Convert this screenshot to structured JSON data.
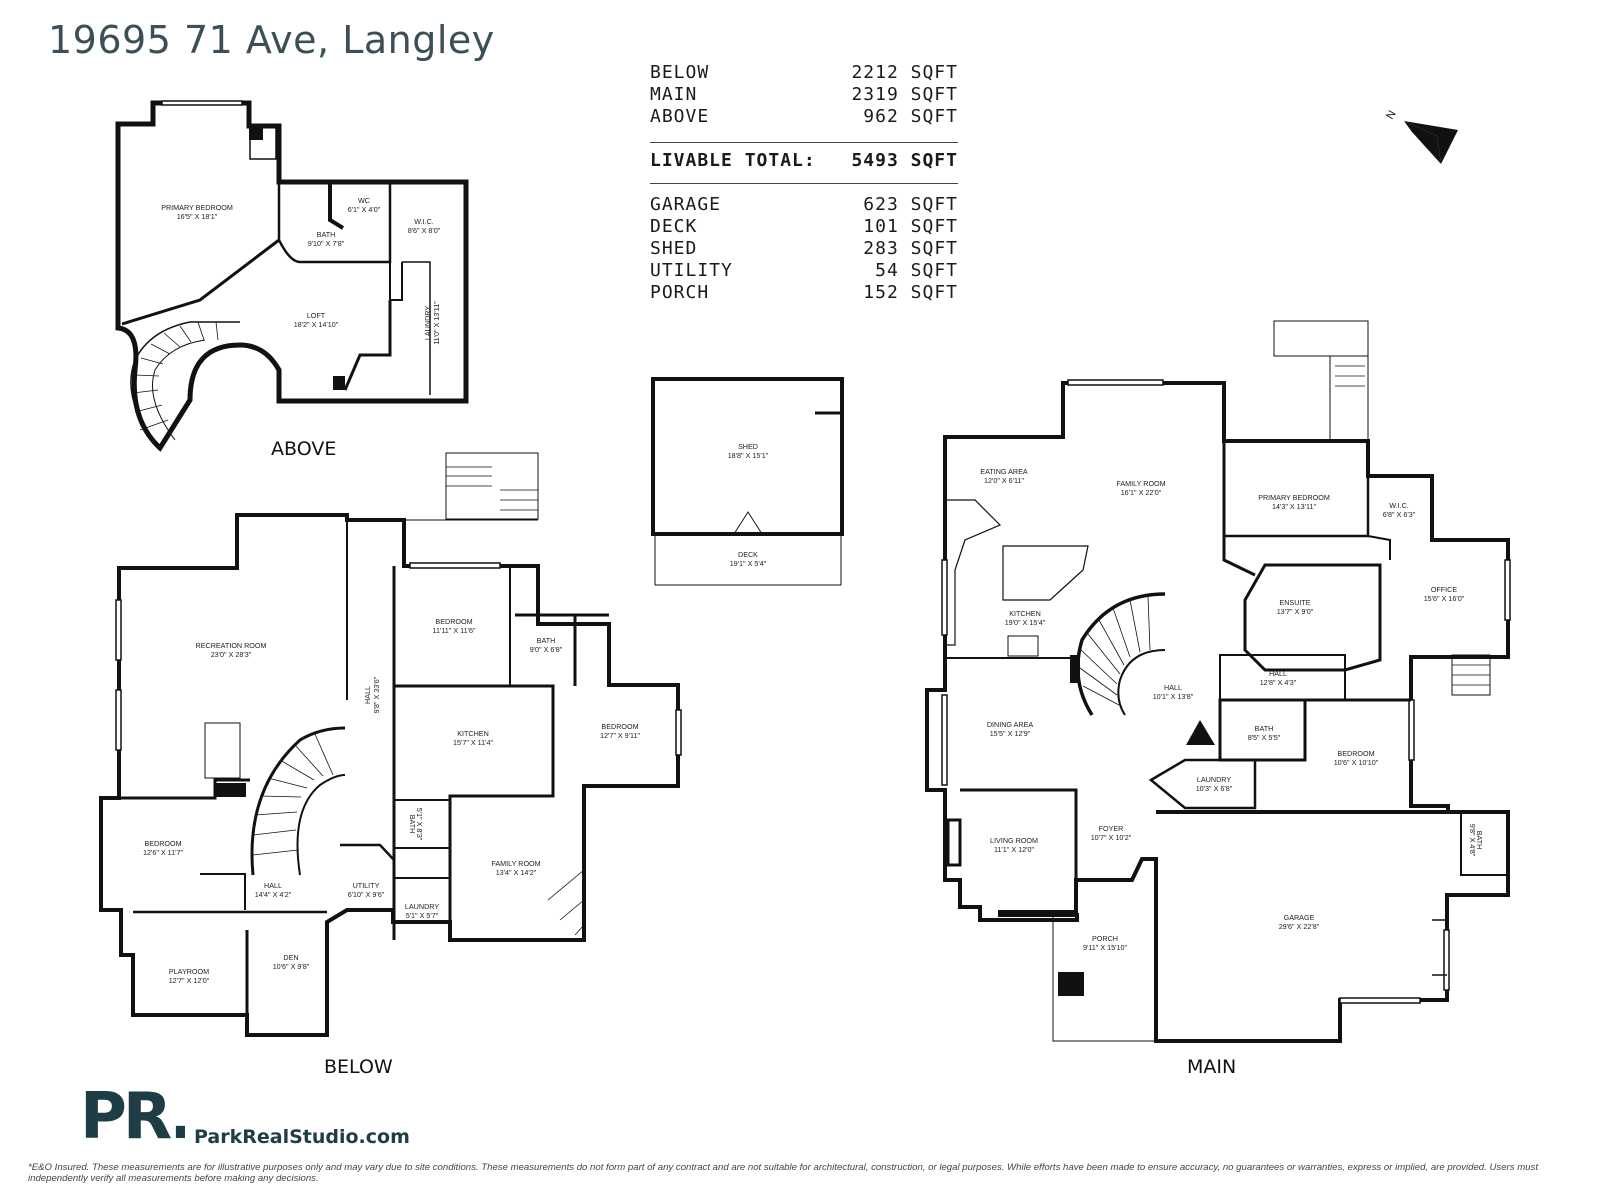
{
  "address": "19695 71 Ave, Langley",
  "areas": [
    {
      "label": "BELOW",
      "value": "2212 SQFT"
    },
    {
      "label": "MAIN",
      "value": "2319 SQFT"
    },
    {
      "label": "ABOVE",
      "value": "962 SQFT"
    }
  ],
  "livable_total": {
    "label": "LIVABLE TOTAL:",
    "value": "5493 SQFT"
  },
  "other_areas": [
    {
      "label": "GARAGE",
      "value": "623 SQFT"
    },
    {
      "label": "DECK",
      "value": "101 SQFT"
    },
    {
      "label": "SHED",
      "value": "283 SQFT"
    },
    {
      "label": "UTILITY",
      "value": "54 SQFT"
    },
    {
      "label": "PORCH",
      "value": "152 SQFT"
    }
  ],
  "compass": {
    "label": "N",
    "icon": "north-arrow-icon"
  },
  "floors": {
    "above": {
      "label": "ABOVE",
      "rooms": [
        {
          "name": "PRIMARY BEDROOM",
          "dims": "16'5\" X 18'1\""
        },
        {
          "name": "WC",
          "dims": "6'1\" X 4'0\""
        },
        {
          "name": "BATH",
          "dims": "9'10\" X 7'8\""
        },
        {
          "name": "W.I.C.",
          "dims": "8'6\" X 8'0\""
        },
        {
          "name": "LOFT",
          "dims": "18'2\" X 14'10\""
        },
        {
          "name": "LAUNDRY",
          "dims": "11'0\" X 13'11\""
        }
      ]
    },
    "shed": {
      "rooms": [
        {
          "name": "SHED",
          "dims": "18'8\" X 15'1\""
        },
        {
          "name": "DECK",
          "dims": "19'1\" X 5'4\""
        }
      ]
    },
    "below": {
      "label": "BELOW",
      "rooms": [
        {
          "name": "RECREATION ROOM",
          "dims": "23'0\" X 28'3\""
        },
        {
          "name": "HALL",
          "dims": "9'8\" X 33'6\""
        },
        {
          "name": "BEDROOM",
          "dims": "11'11\" X 11'6\""
        },
        {
          "name": "BATH",
          "dims": "9'0\" X 6'8\""
        },
        {
          "name": "KITCHEN",
          "dims": "15'7\" X 11'4\""
        },
        {
          "name": "BEDROOM",
          "dims": "12'7\" X 9'11\""
        },
        {
          "name": "BEDROOM",
          "dims": "12'6\" X 11'7\""
        },
        {
          "name": "HALL",
          "dims": "14'4\" X 4'2\""
        },
        {
          "name": "UTILITY",
          "dims": "6'10\" X 9'6\""
        },
        {
          "name": "BATH",
          "dims": "5'1\" X 8'3\""
        },
        {
          "name": "LAUNDRY",
          "dims": "5'1\" X 5'7\""
        },
        {
          "name": "FAMILY ROOM",
          "dims": "13'4\" X 14'2\""
        },
        {
          "name": "PLAYROOM",
          "dims": "12'7\" X 12'0\""
        },
        {
          "name": "DEN",
          "dims": "10'6\" X 9'8\""
        }
      ]
    },
    "main": {
      "label": "MAIN",
      "rooms": [
        {
          "name": "EATING AREA",
          "dims": "12'0\" X 6'11\""
        },
        {
          "name": "FAMILY ROOM",
          "dims": "16'1\" X 22'0\""
        },
        {
          "name": "PRIMARY BEDROOM",
          "dims": "14'3\" X 13'11\""
        },
        {
          "name": "W.I.C.",
          "dims": "6'8\" X 6'3\""
        },
        {
          "name": "KITCHEN",
          "dims": "19'0\" X 15'4\""
        },
        {
          "name": "ENSUITE",
          "dims": "13'7\" X 9'0\""
        },
        {
          "name": "OFFICE",
          "dims": "15'6\" X 16'0\""
        },
        {
          "name": "HALL",
          "dims": "12'8\" X 4'3\""
        },
        {
          "name": "HALL",
          "dims": "10'1\" X 13'8\""
        },
        {
          "name": "DINING AREA",
          "dims": "15'5\" X 12'9\""
        },
        {
          "name": "BATH",
          "dims": "8'5\" X 5'5\""
        },
        {
          "name": "BEDROOM",
          "dims": "10'6\" X 10'10\""
        },
        {
          "name": "LAUNDRY",
          "dims": "10'3\" X 6'8\""
        },
        {
          "name": "FOYER",
          "dims": "10'7\" X 10'2\""
        },
        {
          "name": "LIVING ROOM",
          "dims": "11'1\" X 12'0\""
        },
        {
          "name": "BATH",
          "dims": "9'8\" X 4'8\""
        },
        {
          "name": "GARAGE",
          "dims": "29'6\" X 22'8\""
        },
        {
          "name": "PORCH",
          "dims": "9'11\" X 15'10\""
        }
      ]
    }
  },
  "logo": {
    "mark": "PR.",
    "text": "ParkRealStudio.com"
  },
  "disclaimer": "*E&O Insured. These measurements are for illustrative purposes only and may vary due to site conditions. These measurements do not form part of any contract and are not suitable for architectural, construction, or legal purposes. While efforts have been made to ensure accuracy, no guarantees or warranties, express or implied, are provided. Users must independently verify all measurements before making any decisions."
}
